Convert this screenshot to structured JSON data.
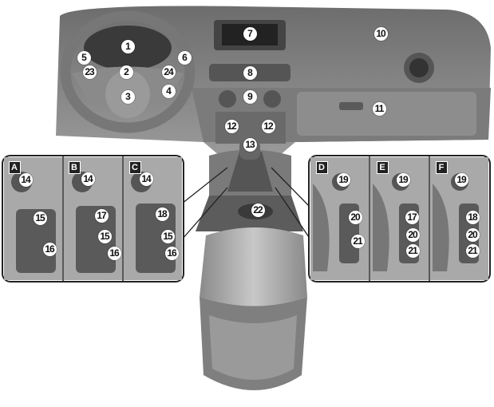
{
  "callouts": {
    "n1": "1",
    "n2": "2",
    "n3": "3",
    "n4": "4",
    "n5": "5",
    "n6": "6",
    "n7": "7",
    "n8": "8",
    "n9": "9",
    "n10": "10",
    "n11": "11",
    "n12": "12",
    "n13": "13",
    "n14": "14",
    "n15": "15",
    "n16": "16",
    "n17": "17",
    "n18": "18",
    "n19": "19",
    "n20": "20",
    "n21": "21",
    "n22": "22",
    "n23": "23",
    "n24": "24"
  },
  "panels": {
    "a": "A",
    "b": "B",
    "c": "C",
    "d": "D",
    "e": "E",
    "f": "F"
  }
}
